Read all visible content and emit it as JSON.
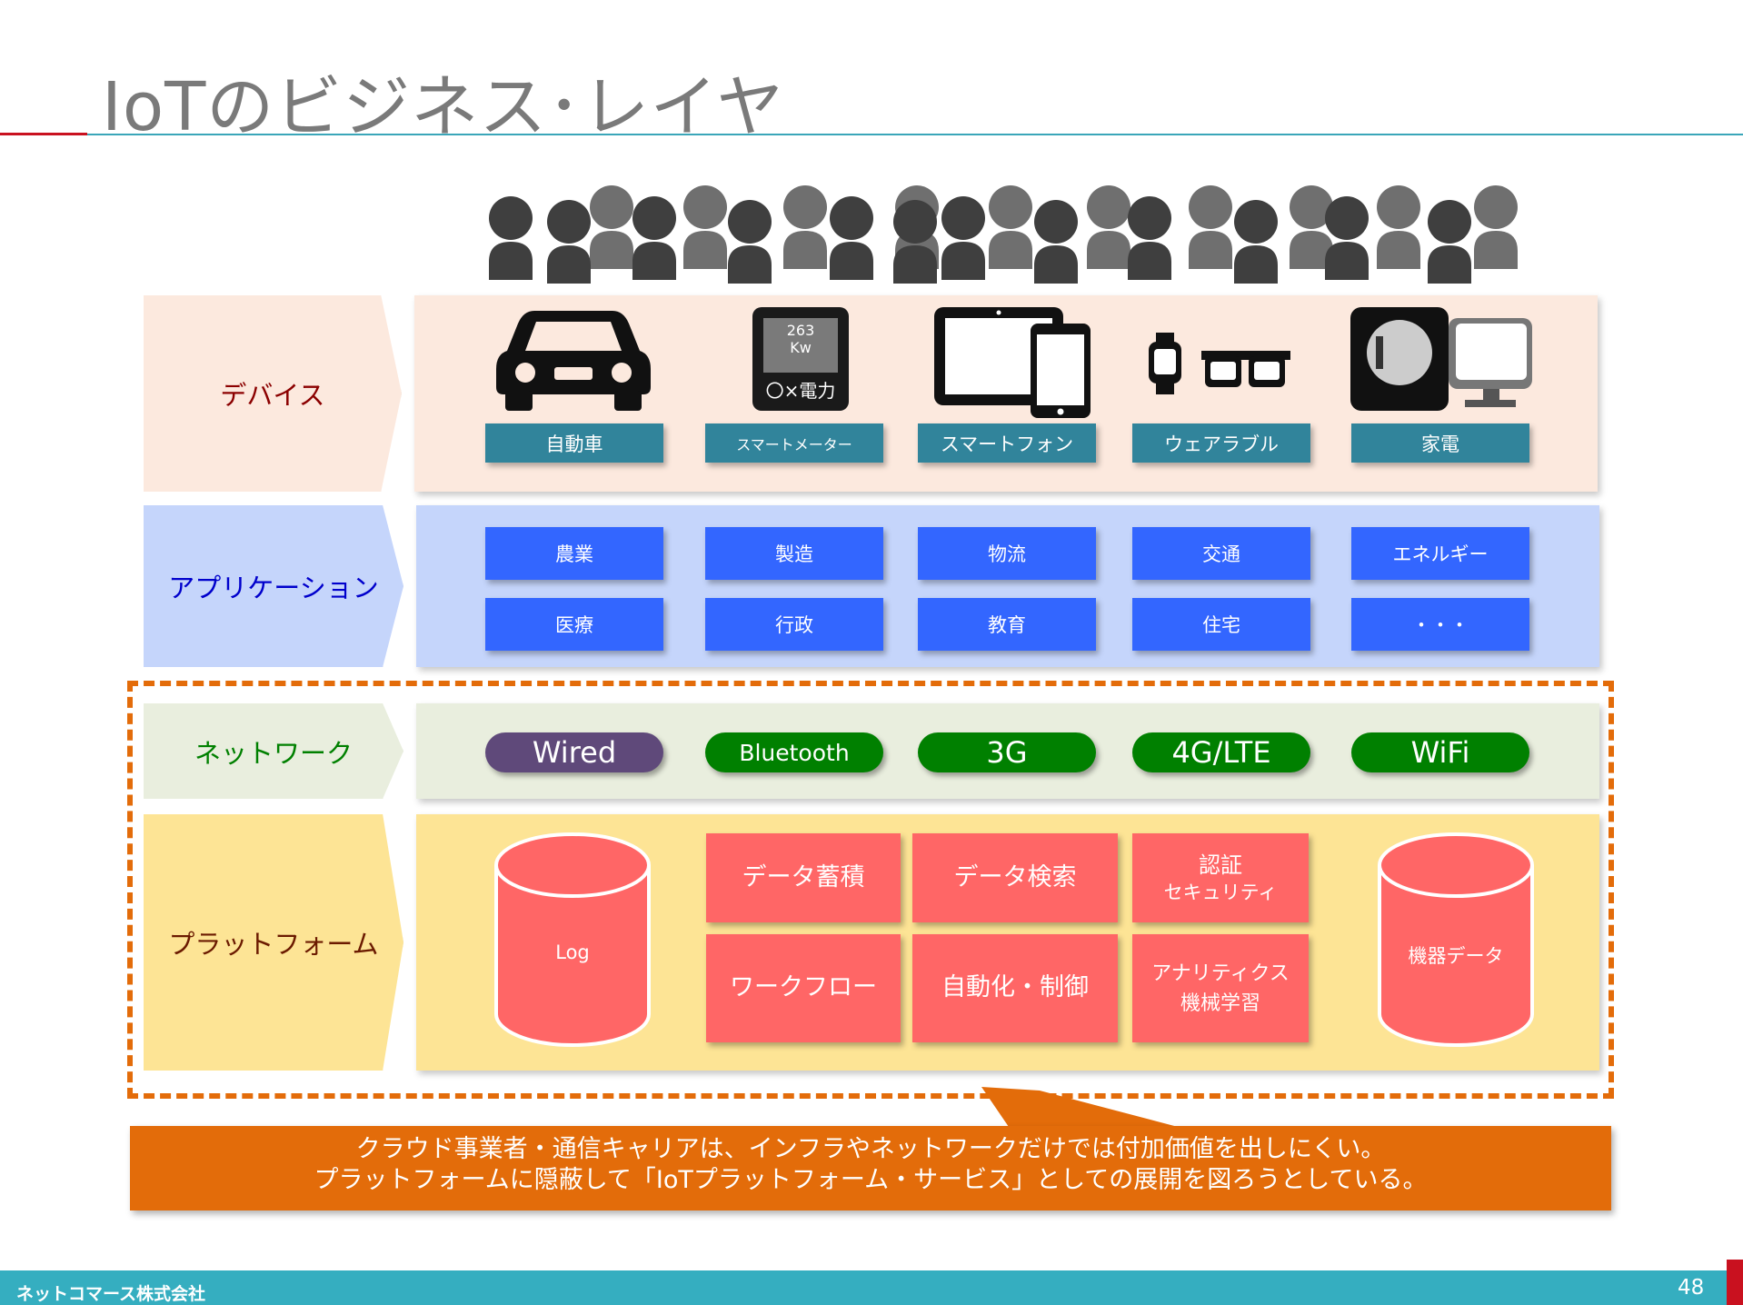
{
  "title": "IoTのビジネス･レイヤ",
  "layers": {
    "device": "デバイス",
    "application": "アプリケーション",
    "network": "ネットワーク",
    "platform": "プラットフォーム"
  },
  "devices": {
    "meter_reading": "263",
    "meter_unit": "Kw",
    "meter_caption": "〇×電力",
    "labels": [
      "自動車",
      "スマートメーター",
      "スマートフォン",
      "ウェアラブル",
      "家電"
    ]
  },
  "applications": [
    "農業",
    "製造",
    "物流",
    "交通",
    "エネルギー",
    "医療",
    "行政",
    "教育",
    "住宅",
    "・・・"
  ],
  "networks": [
    "Wired",
    "Bluetooth",
    "3G",
    "4G/LTE",
    "WiFi"
  ],
  "platform": {
    "log": "Log",
    "device_data": "機器データ",
    "data_storage": "データ蓄積",
    "data_search": "データ検索",
    "auth_line1": "認証",
    "auth_line2": "セキュリティ",
    "workflow": "ワークフロー",
    "automation": "自動化・制御",
    "analytics_line1": "アナリティクス",
    "analytics_line2": "機械学習"
  },
  "callout": {
    "line1": "クラウド事業者・通信キャリアは、インフラやネットワークだけでは付加価値を出しにくい。",
    "line2": "プラットフォームに隠蔽して「IoTプラットフォーム・サービス」としての展開を図ろうとしている。"
  },
  "footer": {
    "company": "ネットコマース株式会社",
    "page": "48"
  },
  "colors": {
    "device_bg": "#fce9de",
    "application_bg": "#c5d5fb",
    "network_bg": "#e9eede",
    "platform_bg": "#fde495",
    "device_label": "#31849b",
    "app_box": "#3366ff",
    "net_wired": "#5f497a",
    "net_green": "#008000",
    "platform_box": "#ff6666",
    "accent_orange": "#e36c0a"
  }
}
